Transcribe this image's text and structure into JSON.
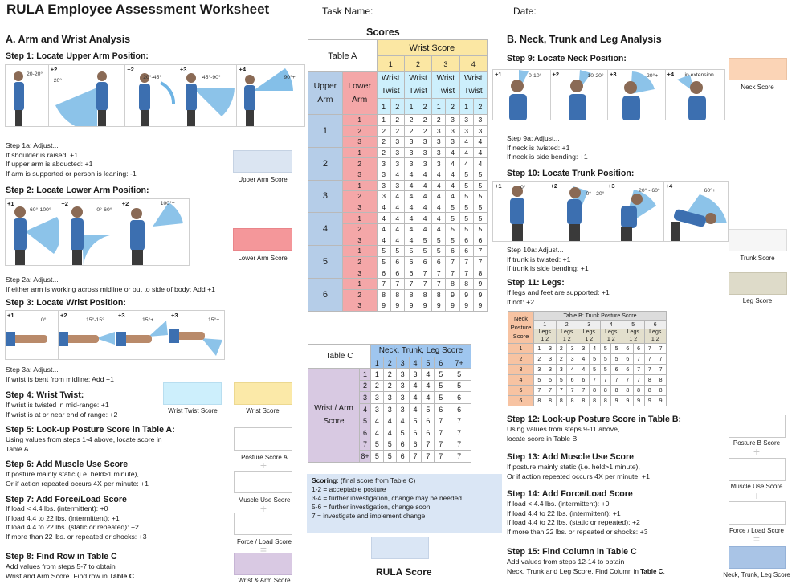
{
  "title": "RULA Employee Assessment Worksheet",
  "task_label": "Task Name:",
  "date_label": "Date:",
  "colors": {
    "upper_arm": "#dbe5f2",
    "lower_arm": "#f4979a",
    "wrist_twist": "#cdeffc",
    "wrist": "#fbe9a8",
    "neck": "#fbd4b6",
    "trunk": "#eeeeee",
    "leg": "#dedbc9",
    "table_header_yellow": "#fbe7a3",
    "table_header_blue": "#9fc6ef",
    "table_a_upper": "#b5cde8",
    "table_a_lower": "#f4a7a8",
    "table_c_row": "#d8c9e2",
    "table_b_header": "#f7c3a2",
    "final": "#a9c4e6",
    "scoring": "#dae6f5"
  },
  "sectionA": {
    "heading": "A. Arm and Wrist Analysis",
    "step1": "Step 1: Locate Upper Arm Position:",
    "upper_arm_pics": [
      {
        "n": "",
        "a": "20-20°"
      },
      {
        "n": "+2",
        "a": "20°"
      },
      {
        "n": "+2",
        "a": "20°-45°"
      },
      {
        "n": "+3",
        "a": "45°-90°"
      },
      {
        "n": "+4",
        "a": "90°+"
      }
    ],
    "step1a": [
      "Step 1a: Adjust...",
      "If shoulder is raised: +1",
      "If upper arm is abducted: +1",
      "If arm is supported or person is leaning: -1"
    ],
    "upper_arm_score": "Upper Arm Score",
    "step2": "Step 2: Locate Lower Arm Position:",
    "lower_arm_pics": [
      {
        "n": "+1",
        "a": "60°-100°"
      },
      {
        "n": "+2",
        "a": "0°-60°"
      },
      {
        "n": "+2",
        "a": "100°+"
      }
    ],
    "lower_arm_score": "Lower Arm Score",
    "step2a": [
      "Step 2a: Adjust...",
      "If either arm is working across midline or out to side of body: Add +1"
    ],
    "step3": "Step 3: Locate Wrist Position:",
    "wrist_pics": [
      {
        "n": "+1",
        "a": "0°"
      },
      {
        "n": "+2",
        "a": "15°-15°"
      },
      {
        "n": "+3",
        "a": "15°+"
      },
      {
        "n": "+3",
        "a": "15°+"
      }
    ],
    "step3a": [
      "Step 3a: Adjust...",
      "If wrist is bent from midline: Add +1"
    ],
    "step4": "Step 4: Wrist Twist:",
    "step4_lines": [
      "If wrist is twisted in mid-range: +1",
      "If wrist is at or near end of range: +2"
    ],
    "wrist_twist_score": "Wrist Twist Score",
    "wrist_score": "Wrist Score",
    "step5": "Step 5: Look-up Posture Score in Table A:",
    "step5_lines": [
      "Using values from steps 1-4 above, locate score in",
      "Table A"
    ],
    "posture_a": "Posture Score A",
    "step6": "Step 6: Add Muscle Use Score",
    "step6_lines": [
      "If posture mainly static (i.e. held>1 minute),",
      "Or if action repeated occurs 4X per minute: +1"
    ],
    "muscle": "Muscle Use Score",
    "step7": "Step 7: Add Force/Load Score",
    "step7_lines": [
      "If load < 4.4 lbs. (intermittent): +0",
      "If load 4.4 to 22 lbs. (intermittent): +1",
      "If load 4.4 to 22 lbs. (static or repeated): +2",
      "If more than 22 lbs. or repeated or shocks: +3"
    ],
    "force": "Force / Load Score",
    "step8": "Step 8: Find Row in Table C",
    "step8_l1": "Add values from steps 5-7 to obtain",
    "step8_l2a": "Wrist and Arm Score. Find row in ",
    "step8_l2b": "Table C",
    "step8_l2c": ".",
    "wrist_arm": "Wrist & Arm Score",
    "plus": "+",
    "equals": "="
  },
  "scores": {
    "heading": "Scores",
    "tableA": "Table A",
    "wrist_score": "Wrist Score",
    "upper_arm": [
      "Upper",
      "Arm"
    ],
    "lower_arm": [
      "Lower",
      "Arm"
    ],
    "wrist_twist": [
      "Wrist",
      "Twist"
    ],
    "wrist_cols": [
      "1",
      "2",
      "3",
      "4"
    ],
    "twist_cols": [
      "1",
      "2"
    ],
    "rows": [
      {
        "u": "1",
        "l": "1",
        "v": [
          "1",
          "2",
          "2",
          "2",
          "2",
          "3",
          "3",
          "3"
        ]
      },
      {
        "u": "",
        "l": "2",
        "v": [
          "2",
          "2",
          "2",
          "2",
          "3",
          "3",
          "3",
          "3"
        ]
      },
      {
        "u": "",
        "l": "3",
        "v": [
          "2",
          "3",
          "3",
          "3",
          "3",
          "3",
          "4",
          "4"
        ]
      },
      {
        "u": "2",
        "l": "1",
        "v": [
          "2",
          "3",
          "3",
          "3",
          "3",
          "4",
          "4",
          "4"
        ]
      },
      {
        "u": "",
        "l": "2",
        "v": [
          "3",
          "3",
          "3",
          "3",
          "3",
          "4",
          "4",
          "4"
        ]
      },
      {
        "u": "",
        "l": "3",
        "v": [
          "3",
          "4",
          "4",
          "4",
          "4",
          "4",
          "5",
          "5"
        ]
      },
      {
        "u": "3",
        "l": "1",
        "v": [
          "3",
          "3",
          "4",
          "4",
          "4",
          "4",
          "5",
          "5"
        ]
      },
      {
        "u": "",
        "l": "2",
        "v": [
          "3",
          "4",
          "4",
          "4",
          "4",
          "4",
          "5",
          "5"
        ]
      },
      {
        "u": "",
        "l": "3",
        "v": [
          "4",
          "4",
          "4",
          "4",
          "4",
          "5",
          "5",
          "5"
        ]
      },
      {
        "u": "4",
        "l": "1",
        "v": [
          "4",
          "4",
          "4",
          "4",
          "4",
          "5",
          "5",
          "5"
        ]
      },
      {
        "u": "",
        "l": "2",
        "v": [
          "4",
          "4",
          "4",
          "4",
          "4",
          "5",
          "5",
          "5"
        ]
      },
      {
        "u": "",
        "l": "3",
        "v": [
          "4",
          "4",
          "4",
          "5",
          "5",
          "5",
          "6",
          "6"
        ]
      },
      {
        "u": "5",
        "l": "1",
        "v": [
          "5",
          "5",
          "5",
          "5",
          "5",
          "6",
          "6",
          "7"
        ]
      },
      {
        "u": "",
        "l": "2",
        "v": [
          "5",
          "6",
          "6",
          "6",
          "6",
          "7",
          "7",
          "7"
        ]
      },
      {
        "u": "",
        "l": "3",
        "v": [
          "6",
          "6",
          "6",
          "7",
          "7",
          "7",
          "7",
          "8"
        ]
      },
      {
        "u": "6",
        "l": "1",
        "v": [
          "7",
          "7",
          "7",
          "7",
          "7",
          "8",
          "8",
          "9"
        ]
      },
      {
        "u": "",
        "l": "2",
        "v": [
          "8",
          "8",
          "8",
          "8",
          "8",
          "9",
          "9",
          "9"
        ]
      },
      {
        "u": "",
        "l": "3",
        "v": [
          "9",
          "9",
          "9",
          "9",
          "9",
          "9",
          "9",
          "9"
        ]
      }
    ],
    "tableC": "Table C",
    "ntl": "Neck, Trunk, Leg Score",
    "c_cols": [
      "1",
      "2",
      "3",
      "4",
      "5",
      "6",
      "7+"
    ],
    "wrist_arm": [
      "Wrist / Arm",
      "Score"
    ],
    "c_rows": [
      {
        "k": "1",
        "v": [
          "1",
          "2",
          "3",
          "3",
          "4",
          "5",
          "5"
        ]
      },
      {
        "k": "2",
        "v": [
          "2",
          "2",
          "3",
          "4",
          "4",
          "5",
          "5"
        ]
      },
      {
        "k": "3",
        "v": [
          "3",
          "3",
          "3",
          "4",
          "4",
          "5",
          "6"
        ]
      },
      {
        "k": "4",
        "v": [
          "3",
          "3",
          "3",
          "4",
          "5",
          "6",
          "6"
        ]
      },
      {
        "k": "5",
        "v": [
          "4",
          "4",
          "4",
          "5",
          "6",
          "7",
          "7"
        ]
      },
      {
        "k": "6",
        "v": [
          "4",
          "4",
          "5",
          "6",
          "6",
          "7",
          "7"
        ]
      },
      {
        "k": "7",
        "v": [
          "5",
          "5",
          "6",
          "6",
          "7",
          "7",
          "7"
        ]
      },
      {
        "k": "8+",
        "v": [
          "5",
          "5",
          "6",
          "7",
          "7",
          "7",
          "7"
        ]
      }
    ],
    "scoring_title": "Scoring",
    "scoring_rest": ": (final score from Table C)",
    "scoring_lines": [
      "1-2 = acceptable posture",
      "3-4 = further investigation, change may be needed",
      "5-6 = further investigation, change soon",
      "7 = investigate and implement change"
    ],
    "rula": "RULA Score"
  },
  "sectionB": {
    "heading": "B. Neck, Trunk and Leg Analysis",
    "step9": "Step 9: Locate Neck Position:",
    "neck_pics": [
      {
        "n": "+1",
        "a": "0-10°"
      },
      {
        "n": "+2",
        "a": "10-20°"
      },
      {
        "n": "+3",
        "a": "20°+"
      },
      {
        "n": "+4",
        "a": "in extension"
      }
    ],
    "neck_score": "Neck Score",
    "step9a": [
      "Step 9a: Adjust...",
      "If neck is twisted: +1",
      "If neck is side bending: +1"
    ],
    "step10": "Step 10: Locate Trunk Position:",
    "trunk_pics": [
      {
        "n": "+1",
        "a": "0°"
      },
      {
        "n": "+2",
        "a": "0° - 20°"
      },
      {
        "n": "+3",
        "a": "20° - 60°"
      },
      {
        "n": "+4",
        "a": "60°+"
      }
    ],
    "trunk_score": "Trunk Score",
    "step10a": [
      "Step 10a: Adjust...",
      "If trunk is twisted: +1",
      "If trunk is side bending: +1"
    ],
    "step11": "Step 11: Legs:",
    "step11_lines": [
      "If legs and feet are supported: +1",
      "If not: +2"
    ],
    "leg_score": "Leg Score",
    "tableB": {
      "title": "Table B: Trunk Posture Score",
      "neck": [
        "Neck",
        "Posture",
        "Score"
      ],
      "trunk_cols": [
        "1",
        "2",
        "3",
        "4",
        "5",
        "6"
      ],
      "legs": "Legs",
      "leg_cols": [
        "1",
        "2"
      ],
      "rows": [
        {
          "k": "1",
          "v": [
            "1",
            "3",
            "2",
            "3",
            "3",
            "4",
            "5",
            "5",
            "6",
            "6",
            "7",
            "7"
          ]
        },
        {
          "k": "2",
          "v": [
            "2",
            "3",
            "2",
            "3",
            "4",
            "5",
            "5",
            "5",
            "6",
            "7",
            "7",
            "7"
          ]
        },
        {
          "k": "3",
          "v": [
            "3",
            "3",
            "3",
            "4",
            "4",
            "5",
            "5",
            "6",
            "6",
            "7",
            "7",
            "7"
          ]
        },
        {
          "k": "4",
          "v": [
            "5",
            "5",
            "5",
            "6",
            "6",
            "7",
            "7",
            "7",
            "7",
            "7",
            "8",
            "8"
          ]
        },
        {
          "k": "5",
          "v": [
            "7",
            "7",
            "7",
            "7",
            "7",
            "8",
            "8",
            "8",
            "8",
            "8",
            "8",
            "8"
          ]
        },
        {
          "k": "6",
          "v": [
            "8",
            "8",
            "8",
            "8",
            "8",
            "8",
            "8",
            "9",
            "9",
            "9",
            "9",
            "9"
          ]
        }
      ]
    },
    "step12": "Step 12: Look-up Posture Score in Table B:",
    "step12_lines": [
      "Using values from steps 9-11 above,",
      "locate score in Table B"
    ],
    "posture_b": "Posture B Score",
    "step13": "Step 13: Add Muscle Use Score",
    "step13_lines": [
      "If posture mainly static (i.e. held>1 minute),",
      "Or if action repeated occurs 4X per minute: +1"
    ],
    "muscle": "Muscle Use Score",
    "step14": "Step 14: Add Force/Load Score",
    "step14_lines": [
      "If load < 4.4 lbs. (intermittent): +0",
      "If load 4.4 to 22 lbs. (intermittent): +1",
      "If load 4.4 to 22 lbs. (static or repeated): +2",
      "If more than 22 lbs. or repeated or shocks: +3"
    ],
    "force": "Force / Load Score",
    "step15": "Step 15: Find Column in Table C",
    "step15_l1": "Add values from steps 12-14 to obtain",
    "step15_l2a": "Neck, Trunk and Leg Score. ",
    "step15_l2b": "Find Column in ",
    "step15_l2c": "Table C",
    "step15_l2d": ".",
    "ntl": "Neck, Trunk, Leg Score",
    "plus": "+",
    "equals": "="
  }
}
